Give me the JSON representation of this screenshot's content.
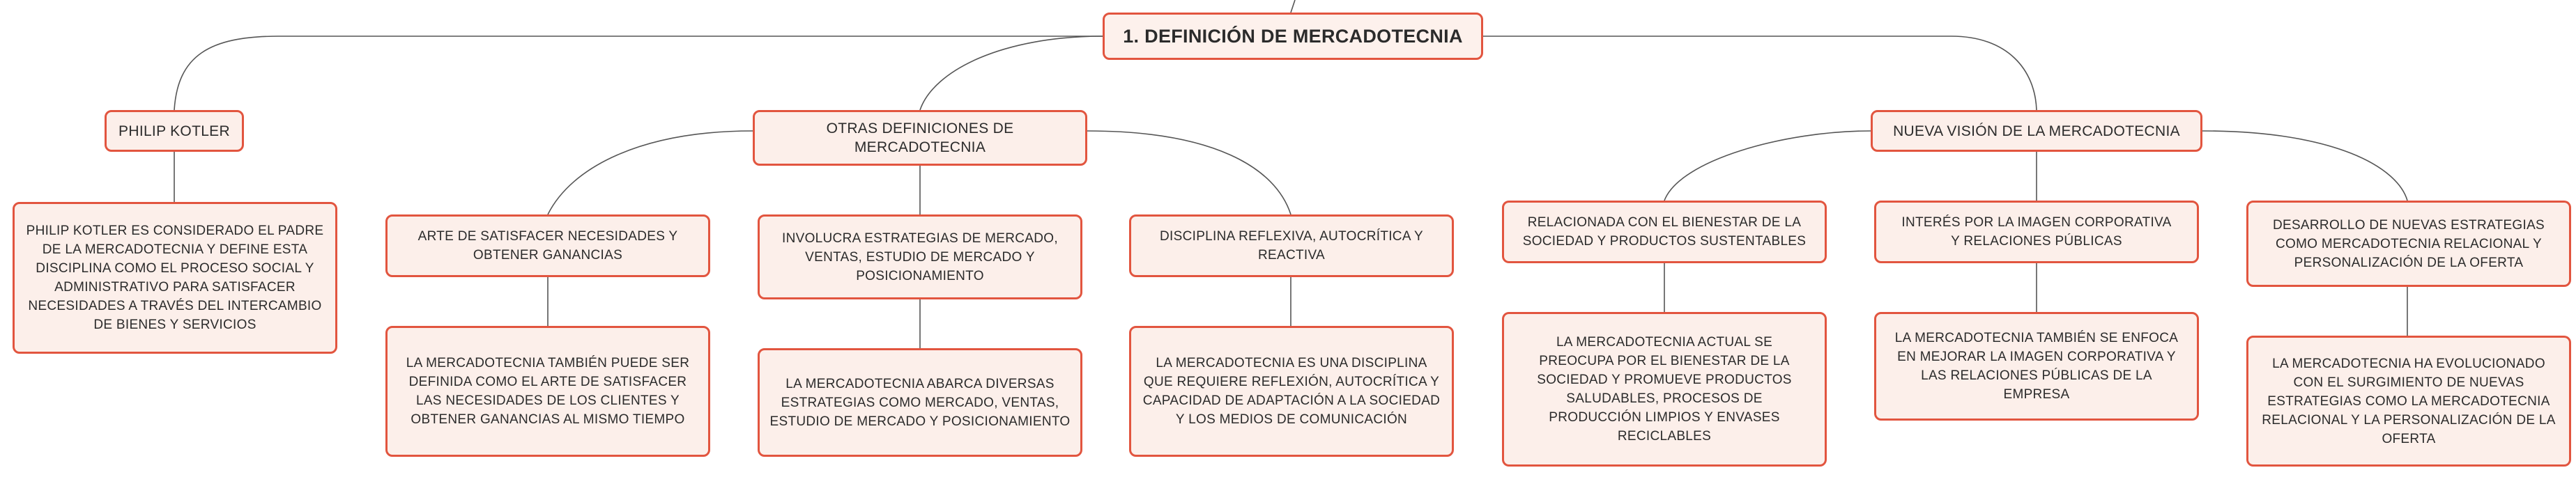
{
  "root": {
    "title": "1. DEFINICIÓN DE MERCADOTECNIA"
  },
  "branches": {
    "kotler": {
      "title": "PHILIP KOTLER",
      "detail": "PHILIP KOTLER ES CONSIDERADO EL PADRE DE LA MERCADOTECNIA Y DEFINE ESTA DISCIPLINA COMO EL PROCESO SOCIAL Y ADMINISTRATIVO PARA SATISFACER NECESIDADES A TRAVÉS DEL INTERCAMBIO DE BIENES Y SERVICIOS"
    },
    "otras": {
      "title": "OTRAS DEFINICIONES DE MERCADOTECNIA",
      "children": [
        {
          "title": "ARTE DE SATISFACER NECESIDADES Y OBTENER GANANCIAS",
          "detail": "LA MERCADOTECNIA TAMBIÉN PUEDE SER DEFINIDA COMO EL ARTE DE SATISFACER LAS NECESIDADES DE LOS CLIENTES Y OBTENER GANANCIAS AL MISMO TIEMPO"
        },
        {
          "title": "INVOLUCRA ESTRATEGIAS DE MERCADO, VENTAS, ESTUDIO DE MERCADO Y POSICIONAMIENTO",
          "detail": "LA MERCADOTECNIA ABARCA DIVERSAS ESTRATEGIAS COMO MERCADO, VENTAS, ESTUDIO DE MERCADO Y POSICIONAMIENTO"
        },
        {
          "title": "DISCIPLINA REFLEXIVA, AUTOCRÍTICA Y REACTIVA",
          "detail": "LA MERCADOTECNIA ES UNA DISCIPLINA QUE REQUIERE REFLEXIÓN, AUTOCRÍTICA Y CAPACIDAD DE ADAPTACIÓN A LA SOCIEDAD Y LOS MEDIOS DE COMUNICACIÓN"
        }
      ]
    },
    "nueva": {
      "title": "NUEVA VISIÓN DE LA MERCADOTECNIA",
      "children": [
        {
          "title": "RELACIONADA CON EL BIENESTAR DE LA SOCIEDAD Y PRODUCTOS SUSTENTABLES",
          "detail": "LA MERCADOTECNIA ACTUAL SE PREOCUPA POR EL BIENESTAR DE LA SOCIEDAD Y PROMUEVE PRODUCTOS SALUDABLES, PROCESOS DE PRODUCCIÓN LIMPIOS Y ENVASES RECICLABLES"
        },
        {
          "title": "INTERÉS POR LA IMAGEN CORPORATIVA Y RELACIONES PÚBLICAS",
          "detail": "LA MERCADOTECNIA TAMBIÉN SE ENFOCA EN MEJORAR LA IMAGEN CORPORATIVA Y LAS RELACIONES PÚBLICAS DE LA EMPRESA"
        },
        {
          "title": "DESARROLLO DE NUEVAS ESTRATEGIAS COMO MERCADOTECNIA RELACIONAL Y PERSONALIZACIÓN DE LA OFERTA",
          "detail": "LA MERCADOTECNIA HA EVOLUCIONADO CON EL SURGIMIENTO DE NUEVAS ESTRATEGIAS COMO LA MERCADOTECNIA RELACIONAL Y LA PERSONALIZACIÓN DE LA OFERTA"
        }
      ]
    }
  },
  "colors": {
    "border": "#e2553f",
    "fill": "#fcefea",
    "line": "#555555",
    "text": "#2b2b2b"
  }
}
